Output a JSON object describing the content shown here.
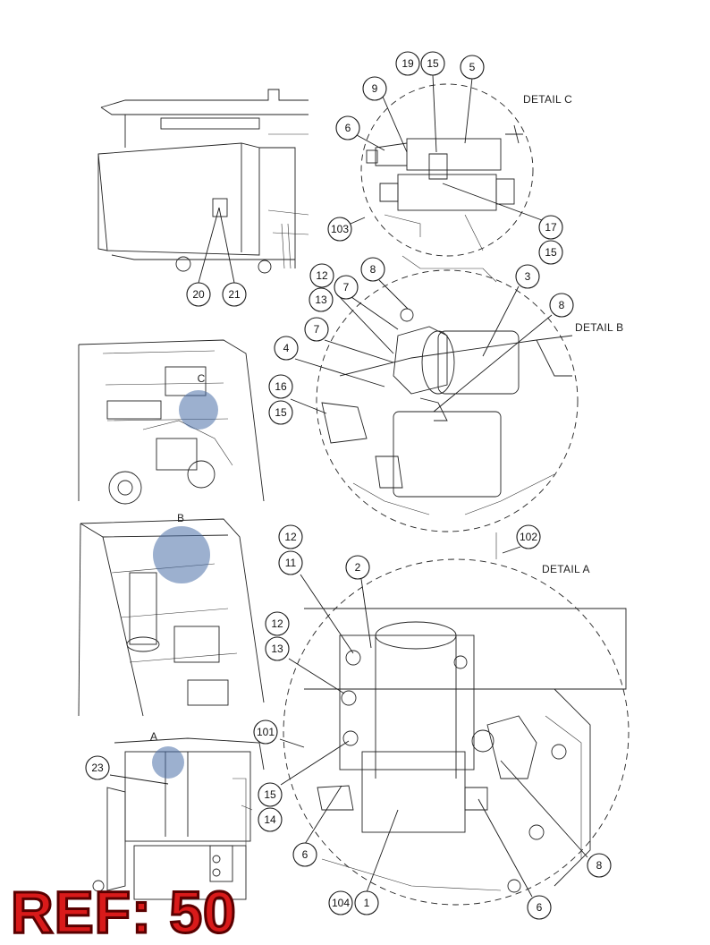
{
  "details": {
    "c": "DETAIL C",
    "b": "DETAIL B",
    "a": "DETAIL A"
  },
  "view_letters": {
    "c": "C",
    "b": "B",
    "a": "A"
  },
  "ref_label": "REF: 50",
  "callouts": {
    "c_19": "19",
    "c_15a": "15",
    "c_5": "5",
    "c_9": "9",
    "c_6": "6",
    "c_17": "17",
    "c_15b": "15",
    "c_103": "103",
    "c_20": "20",
    "c_21": "21",
    "b_8a": "8",
    "b_3": "3",
    "b_12": "12",
    "b_7a": "7",
    "b_13": "13",
    "b_8b": "8",
    "b_7b": "7",
    "b_4": "4",
    "b_16": "16",
    "b_15": "15",
    "a_102": "102",
    "a_12a": "12",
    "a_11": "11",
    "a_2": "2",
    "a_12b": "12",
    "a_13": "13",
    "a_101": "101",
    "a_23": "23",
    "a_15": "15",
    "a_14": "14",
    "a_6a": "6",
    "a_8": "8",
    "a_104": "104",
    "a_1": "1",
    "a_6b": "6"
  },
  "colors": {
    "highlight": "#4a6fa8",
    "ref_fill": "#d91a1a",
    "ref_outline": "#5a0000",
    "line": "#222222"
  }
}
